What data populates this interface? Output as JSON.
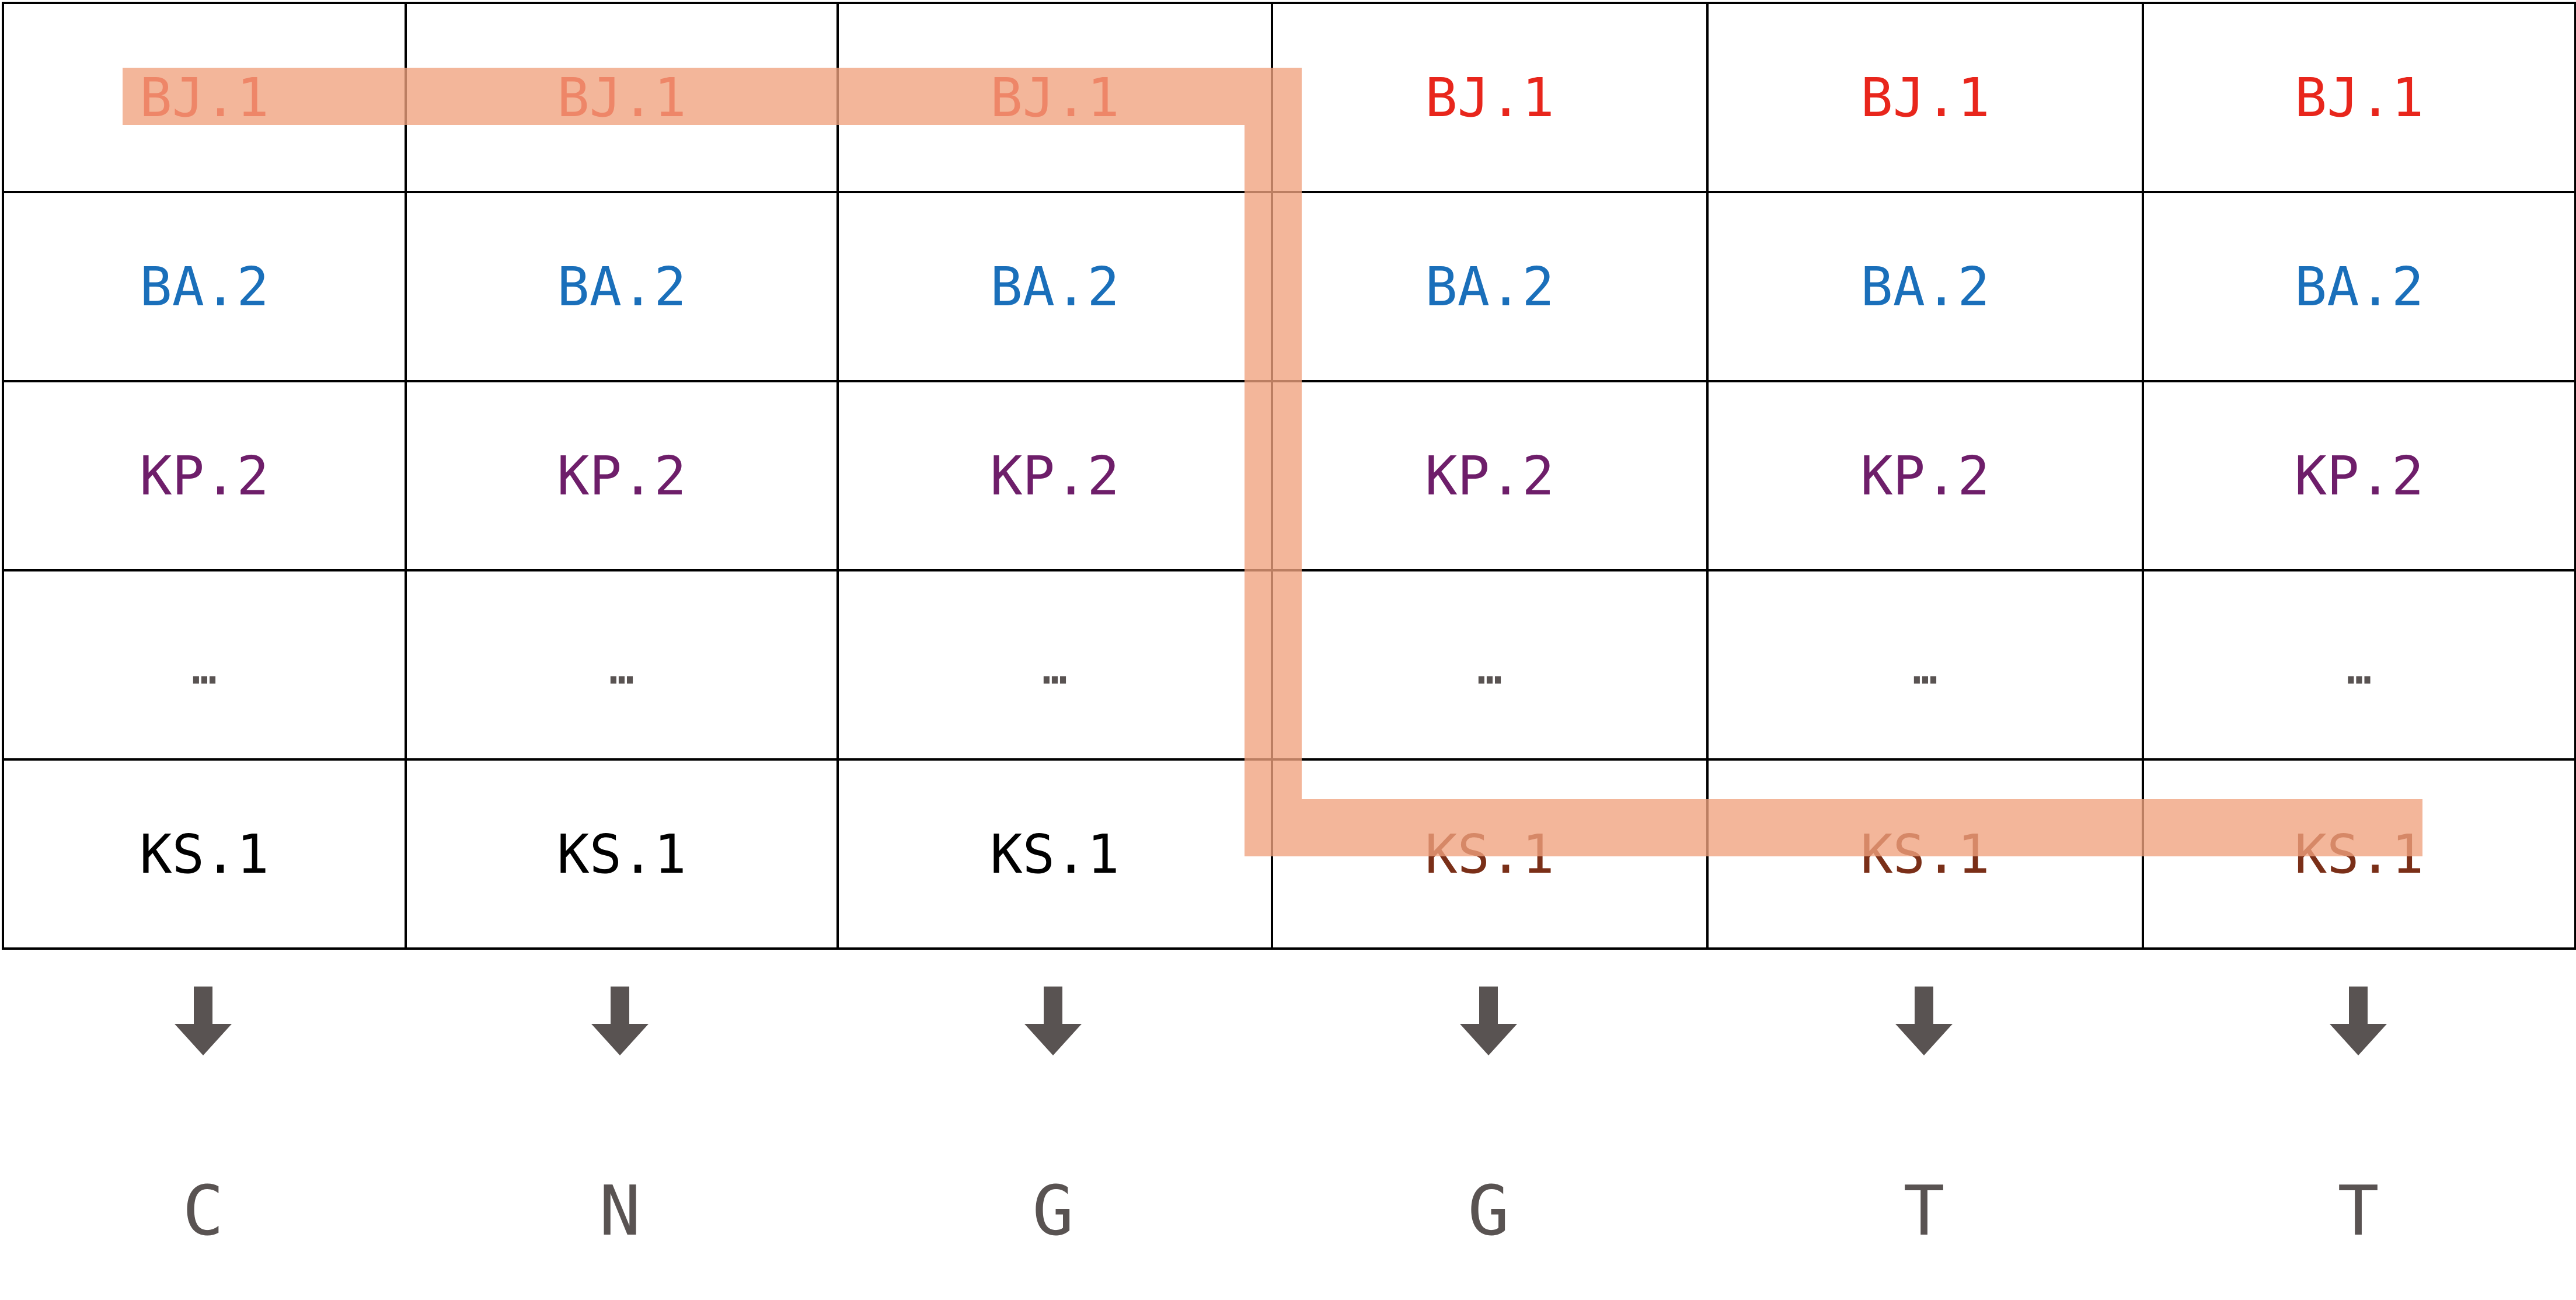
{
  "colors": {
    "BJ.1": "#e8261c",
    "BA.2": "#1a6fba",
    "KP.2": "#6e1e6a",
    "ellipsis": "#595352",
    "KS.1": "#000000",
    "path": "#f0a27d",
    "path_text": "#7a2f18",
    "arrow": "#595352"
  },
  "rows": [
    {
      "label": "BJ.1",
      "cells": [
        "BJ.1",
        "BJ.1",
        "BJ.1",
        "BJ.1",
        "BJ.1",
        "BJ.1"
      ]
    },
    {
      "label": "BA.2",
      "cells": [
        "BA.2",
        "BA.2",
        "BA.2",
        "BA.2",
        "BA.2",
        "BA.2"
      ]
    },
    {
      "label": "KP.2",
      "cells": [
        "KP.2",
        "KP.2",
        "KP.2",
        "KP.2",
        "KP.2",
        "KP.2"
      ]
    },
    {
      "label": "ellipsis",
      "cells": [
        "…",
        "…",
        "…",
        "…",
        "…",
        "…"
      ]
    },
    {
      "label": "KS.1",
      "cells": [
        "KS.1",
        "KS.1",
        "KS.1",
        "KS.1",
        "KS.1",
        "KS.1"
      ]
    }
  ],
  "highlighted_path": [
    [
      0,
      0
    ],
    [
      0,
      1
    ],
    [
      0,
      2
    ],
    [
      4,
      3
    ],
    [
      4,
      4
    ],
    [
      4,
      5
    ]
  ],
  "arrow_icon": "down-arrow-icon",
  "bases": [
    "C",
    "N",
    "G",
    "G",
    "T",
    "T"
  ]
}
